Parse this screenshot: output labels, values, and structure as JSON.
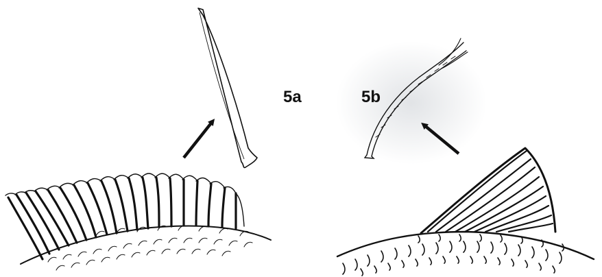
{
  "figure": {
    "labels": {
      "spine": "5a",
      "soft_ray": "5b"
    },
    "panels": [
      {
        "id": "5a",
        "subject": "spiny-dorsal-fin",
        "detail": "single-spine"
      },
      {
        "id": "5b",
        "subject": "soft-dorsal-fin",
        "detail": "segmented-branched-ray"
      }
    ],
    "colors": {
      "ink": "#111111",
      "background": "#ffffff",
      "ray_wash": "#c9cdd2"
    }
  }
}
